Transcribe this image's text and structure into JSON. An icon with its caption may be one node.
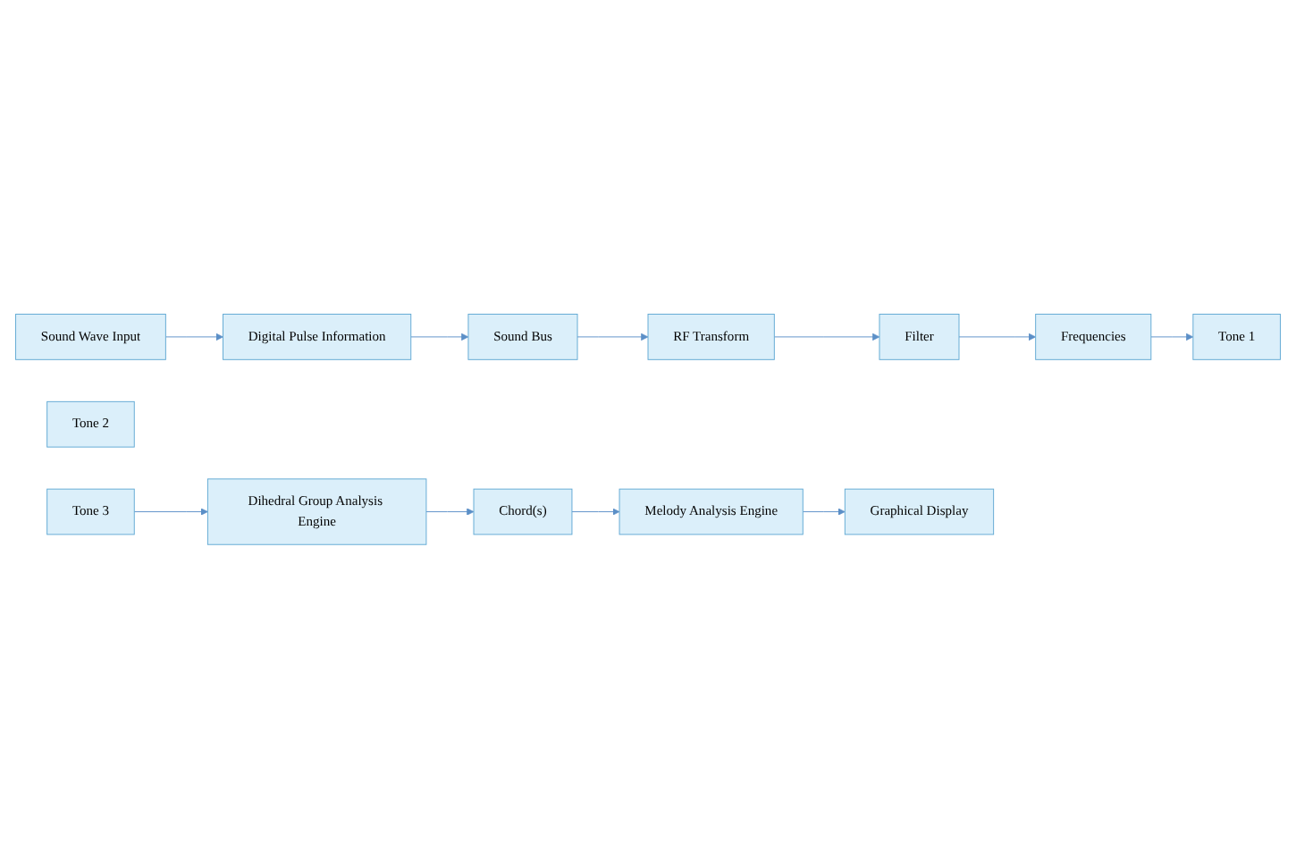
{
  "diagram": {
    "nodes": [
      {
        "text": [
          "Sound Wave Input"
        ]
      },
      {
        "text": [
          "Digital Pulse Information"
        ]
      },
      {
        "text": [
          "Sound Bus"
        ]
      },
      {
        "text": [
          "RF Transform"
        ]
      },
      {
        "text": [
          "Filter"
        ]
      },
      {
        "text": [
          "Frequencies"
        ]
      },
      {
        "text": [
          "Tone 1"
        ]
      },
      {
        "text": [
          "Tone 2"
        ]
      },
      {
        "text": [
          "Tone 3"
        ]
      },
      {
        "text": [
          "Dihedral Group Analysis Engine"
        ]
      },
      {
        "text": [
          "Chord(s)"
        ]
      },
      {
        "text": [
          "Melody Analysis Engine"
        ]
      },
      {
        "text": [
          "Graphical Display"
        ]
      }
    ],
    "edges": [
      {
        "from": 0,
        "to": 1,
        "arrow": "to"
      },
      {
        "from": 1,
        "to": 2,
        "arrow": "to"
      },
      {
        "from": 2,
        "to": 3,
        "arrow": "to"
      },
      {
        "from": 3,
        "to": 4,
        "arrow": "to"
      },
      {
        "from": 4,
        "to": 5,
        "arrow": "to"
      },
      {
        "from": 5,
        "to": 6,
        "arrow": "to"
      },
      {
        "from": 8,
        "to": 9,
        "arrow": "to"
      },
      {
        "from": 9,
        "to": 10,
        "arrow": "to"
      },
      {
        "from": 10,
        "to": 11,
        "arrow": "to"
      },
      {
        "from": 11,
        "to": 12,
        "arrow": "to"
      }
    ]
  }
}
